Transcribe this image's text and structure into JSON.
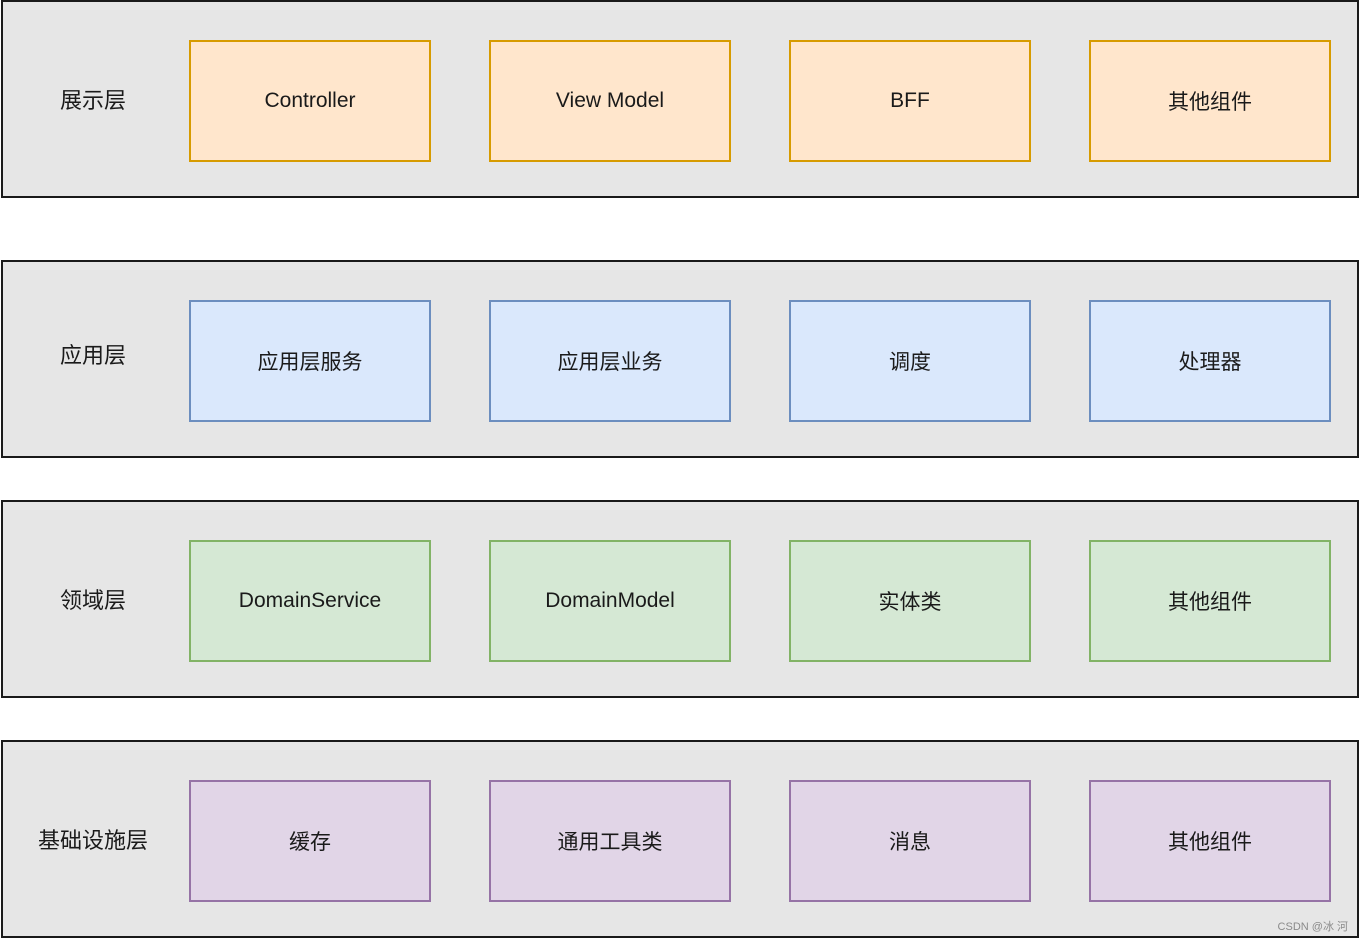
{
  "layers": [
    {
      "label": "展示层",
      "fill": "#ffe6cc",
      "stroke": "#d79b00",
      "components": [
        "Controller",
        "View Model",
        "BFF",
        "其他组件"
      ]
    },
    {
      "label": "应用层",
      "fill": "#dae8fc",
      "stroke": "#6c8ebf",
      "components": [
        "应用层服务",
        "应用层业务",
        "调度",
        "处理器"
      ]
    },
    {
      "label": "领域层",
      "fill": "#d5e8d4",
      "stroke": "#82b366",
      "components": [
        "DomainService",
        "DomainModel",
        "实体类",
        "其他组件"
      ]
    },
    {
      "label": "基础设施层",
      "fill": "#e1d5e7",
      "stroke": "#9673a6",
      "components": [
        "缓存",
        "通用工具类",
        "消息",
        "其他组件"
      ]
    }
  ],
  "watermark": "CSDN @冰 河"
}
